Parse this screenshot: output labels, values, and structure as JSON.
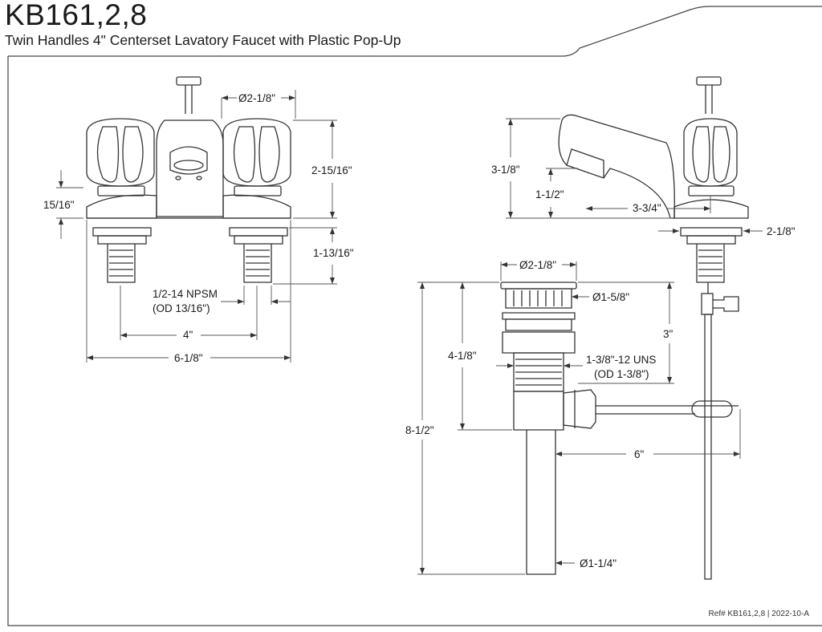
{
  "header": {
    "model": "KB161,2,8",
    "subtitle": "Twin Handles 4\" Centerset Lavatory Faucet with Plastic Pop-Up"
  },
  "front_view": {
    "dims": {
      "spout_diameter": "Ø2-1/8\"",
      "body_height": "2-15/16\"",
      "base_thickness": "15/16\"",
      "shank_length": "1-13/16\"",
      "thread_spec_line1": "1/2-14 NPSM",
      "thread_spec_line2": "(OD 13/16\")",
      "centers": "4\"",
      "overall_width": "6-1/8\""
    }
  },
  "side_view": {
    "dims": {
      "overall_height": "3-1/8\"",
      "spout_clearance": "1-1/2\"",
      "spout_reach": "3-3/4\"",
      "base_to_shank": "2-1/8\""
    }
  },
  "drain_view": {
    "dims": {
      "flange_diameter": "Ø2-1/8\"",
      "cap_diameter": "Ø1-5/8\"",
      "drain_height": "4-1/8\"",
      "max_deck": "3\"",
      "thread_spec_line1": "1-3/8\"-12 UNS",
      "thread_spec_line2": "(OD 1-3/8\")",
      "overall_length": "8-1/2\"",
      "rod_length": "6\"",
      "tail_diameter": "Ø1-1/4\""
    }
  },
  "footer": {
    "reference": "Ref# KB161,2,8 | 2022-10-A"
  }
}
